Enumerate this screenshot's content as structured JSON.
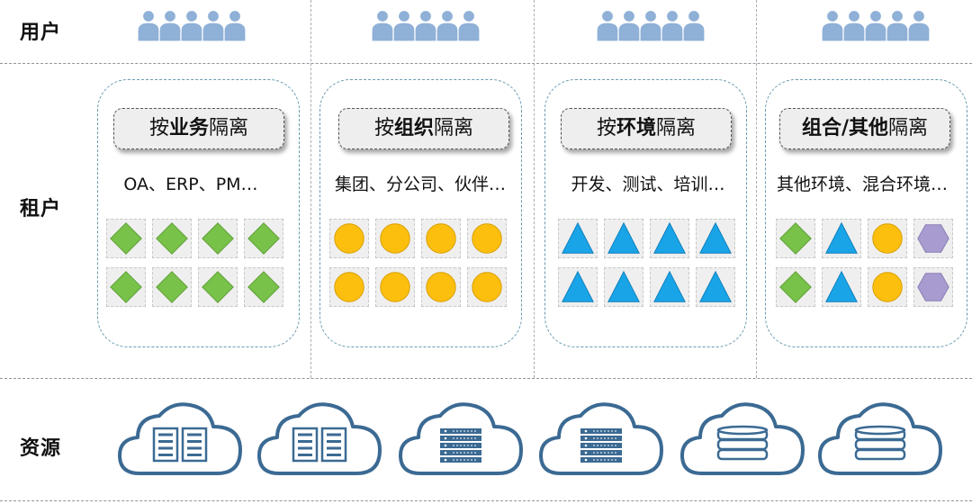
{
  "rows": {
    "users_label": "用户",
    "tenants_label": "租户",
    "resources_label": "资源"
  },
  "tenants": [
    {
      "prefix": "按",
      "bold": "业务",
      "suffix": "隔离",
      "examples": "OA、ERP、PM…",
      "shapes": [
        "diamond",
        "diamond",
        "diamond",
        "diamond",
        "diamond",
        "diamond",
        "diamond",
        "diamond"
      ]
    },
    {
      "prefix": "按",
      "bold": "组织",
      "suffix": "隔离",
      "examples": "集团、分公司、伙伴…",
      "shapes": [
        "circle",
        "circle",
        "circle",
        "circle",
        "circle",
        "circle",
        "circle",
        "circle"
      ]
    },
    {
      "prefix": "按",
      "bold": "环境",
      "suffix": "隔离",
      "examples": "开发、测试、培训…",
      "shapes": [
        "triangle",
        "triangle",
        "triangle",
        "triangle",
        "triangle",
        "triangle",
        "triangle",
        "triangle"
      ]
    },
    {
      "prefix": "",
      "bold": "组合/其他",
      "suffix": "隔离",
      "examples": "其他环境、混合环境…",
      "shapes": [
        "diamond",
        "triangle",
        "circle",
        "hexagon",
        "diamond",
        "triangle",
        "circle",
        "hexagon"
      ]
    }
  ],
  "resources": [
    "server-rack-icon",
    "server-rack-icon",
    "server-blade-icon",
    "server-blade-icon",
    "database-icon",
    "database-icon"
  ],
  "colors": {
    "diamond": "#78c24a",
    "circle": "#fcbf0e",
    "triangle": "#1aa4e8",
    "hexagon": "#a79bcf",
    "user": "#8fb0d7",
    "cloud_stroke": "#3b6a93",
    "divider": "#8f959c",
    "card_border": "#6a9ab0"
  }
}
